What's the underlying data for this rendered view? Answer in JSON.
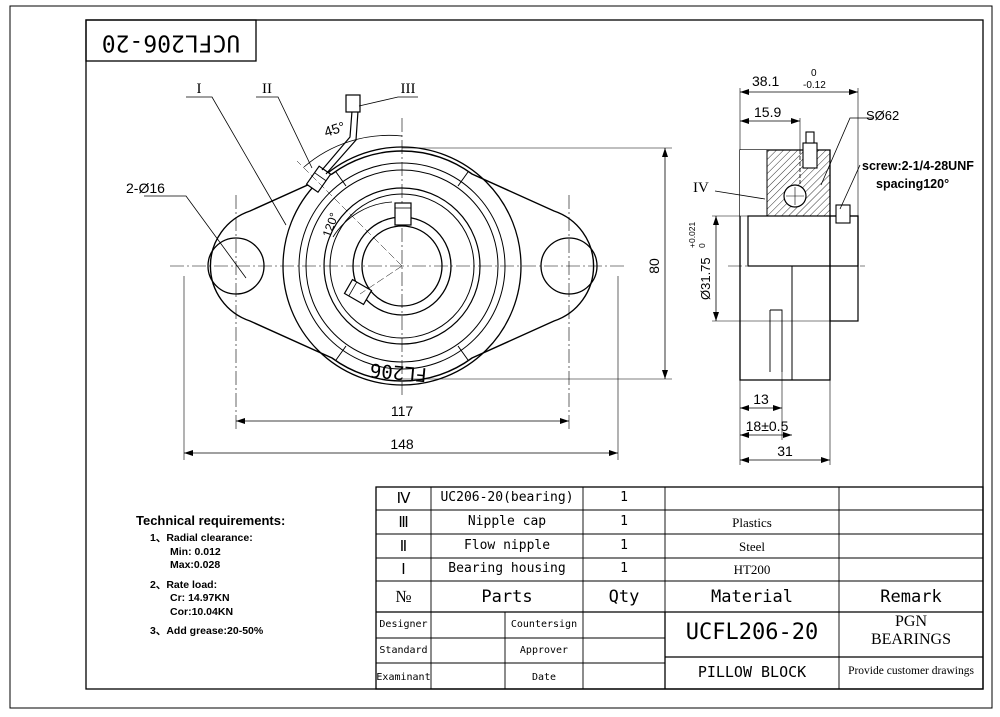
{
  "title_block_mirrored": "UCFL206-20",
  "drawing": {
    "labels": {
      "leader_I": "I",
      "leader_II": "II",
      "leader_III": "III",
      "leader_IV": "IV",
      "angle_45": "45°",
      "angle_120": "120°",
      "bolt_holes": "2-Ø16",
      "housing_mark": "FL206",
      "dim_117": "117",
      "dim_148": "148",
      "dim_80": "80",
      "dim_38": "38.1",
      "dim_38_tol_upper": "0",
      "dim_38_tol_lower": "-0.12",
      "dim_15_9": "15.9",
      "sphere": "SØ62",
      "screw": "screw:2-1/4-28UNF",
      "spacing": "spacing120°",
      "bore": "Ø31.75",
      "bore_tol_upper": "+0.021",
      "bore_tol_lower": "0",
      "dim_13": "13",
      "dim_18": "18±0.5",
      "dim_31": "31"
    }
  },
  "technical_requirements": {
    "title": "Technical requirements:",
    "item1": "1、Radial clearance:",
    "item1_min": "Min: 0.012",
    "item1_max": "Max:0.028",
    "item2": "2、Rate load:",
    "item2_cr": "Cr:  14.97KN",
    "item2_cor": "Cor:10.04KN",
    "item3": "3、Add grease:20-50%"
  },
  "parts_table": {
    "rows": [
      {
        "no": "Ⅳ",
        "part": "UC206-20(bearing)",
        "qty": "1",
        "material": "",
        "remark": ""
      },
      {
        "no": "Ⅲ",
        "part": "Nipple cap",
        "qty": "1",
        "material": "Plastics",
        "remark": ""
      },
      {
        "no": "Ⅱ",
        "part": "Flow nipple",
        "qty": "1",
        "material": "Steel",
        "remark": ""
      },
      {
        "no": "Ⅰ",
        "part": "Bearing housing",
        "qty": "1",
        "material": "HT200",
        "remark": ""
      }
    ],
    "header": {
      "no": "№",
      "part": "Parts",
      "qty": "Qty",
      "material": "Material",
      "remark": "Remark"
    }
  },
  "title_block": {
    "designer": "Designer",
    "countersign": "Countersign",
    "standard": "Standard",
    "approver": "Approver",
    "examinant": "Examinant",
    "date": "Date",
    "model": "UCFL206-20",
    "brand_line1": "PGN",
    "brand_line2": "BEARINGS",
    "product": "PILLOW BLOCK",
    "note": "Provide customer drawings"
  }
}
